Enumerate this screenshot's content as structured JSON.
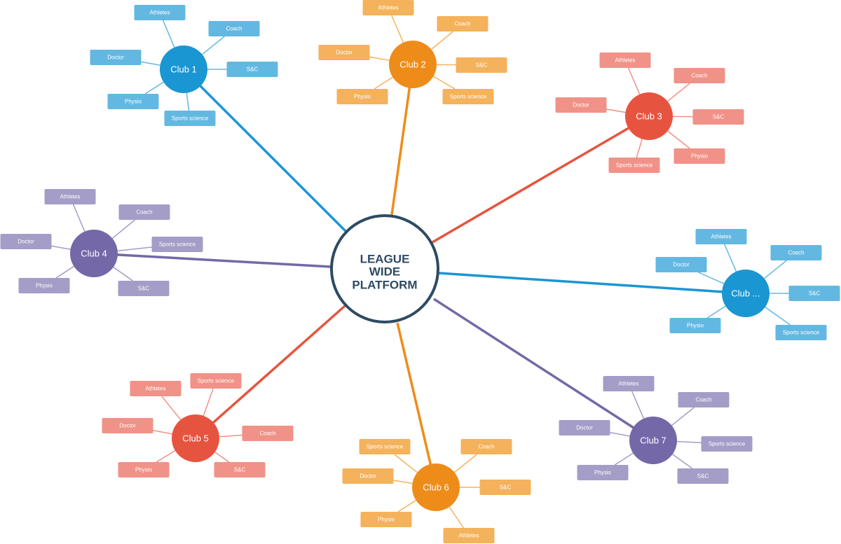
{
  "center": {
    "lines": [
      "LEAGUE",
      "WIDE",
      "PLATFORM"
    ],
    "border_color": "#2e4a63"
  },
  "colors": {
    "blue": "#1a96d2",
    "blue_light": "#63b8e1",
    "orange": "#ee8c1a",
    "orange_light": "#f4b25c",
    "red": "#e6543f",
    "red_light": "#f09287",
    "purple": "#7568a8",
    "purple_light": "#a39dc7"
  },
  "clubs": [
    {
      "id": "club-1",
      "name": "Club 1",
      "color": "blue",
      "roles": [
        "Athletes",
        "Coach",
        "S&C",
        "Sports science",
        "Physio",
        "Doctor"
      ]
    },
    {
      "id": "club-2",
      "name": "Club 2",
      "color": "orange",
      "roles": [
        "Athletes",
        "Coach",
        "S&C",
        "Sports science",
        "Physio",
        "Doctor"
      ]
    },
    {
      "id": "club-3",
      "name": "Club 3",
      "color": "red",
      "roles": [
        "Athletes",
        "Coach",
        "S&C",
        "Physio",
        "Sports science",
        "Doctor"
      ]
    },
    {
      "id": "club-4",
      "name": "Club 4",
      "color": "purple",
      "roles": [
        "Athletes",
        "Coach",
        "Sports science",
        "S&C",
        "Physio",
        "Doctor"
      ]
    },
    {
      "id": "club-more",
      "name": "Club ...",
      "color": "blue",
      "roles": [
        "Athletes",
        "Coach",
        "S&C",
        "Sports science",
        "Physio",
        "Doctor"
      ]
    },
    {
      "id": "club-5",
      "name": "Club 5",
      "color": "red",
      "roles": [
        "Athletes",
        "Sports science",
        "Coach",
        "S&C",
        "Physio",
        "Doctor"
      ]
    },
    {
      "id": "club-6",
      "name": "Club 6",
      "color": "orange",
      "roles": [
        "Sports science",
        "Coach",
        "S&C",
        "Athletes",
        "Physio",
        "Doctor"
      ]
    },
    {
      "id": "club-7",
      "name": "Club 7",
      "color": "purple",
      "roles": [
        "Athletes",
        "Coach",
        "Sports science",
        "S&C",
        "Physio",
        "Doctor"
      ]
    }
  ]
}
